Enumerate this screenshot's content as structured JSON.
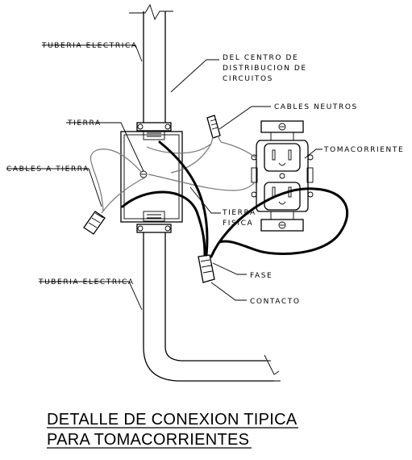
{
  "labels": {
    "tuberia_top": "TUBERIA ELECTRICA",
    "centro_1": "DEL CENTRO DE",
    "centro_2": "DISTRIBUCION DE",
    "centro_3": "CIRCUITOS",
    "cables_neutros": "CABLES NEUTROS",
    "tierra": "TIERRA",
    "tomacorriente": "TOMACORRIENTE",
    "cables_tierra": "CABLES A TIERRA",
    "tierra_fisica_1": "TIERRA",
    "tierra_fisica_2": "FISICA",
    "tuberia_bottom": "TUBERIA ELECTRICA",
    "fase": "FASE",
    "contacto": "CONTACTO"
  },
  "title": {
    "line1": "DETALLE DE CONEXION TIPICA",
    "line2": "PARA TOMACORRIENTES"
  }
}
